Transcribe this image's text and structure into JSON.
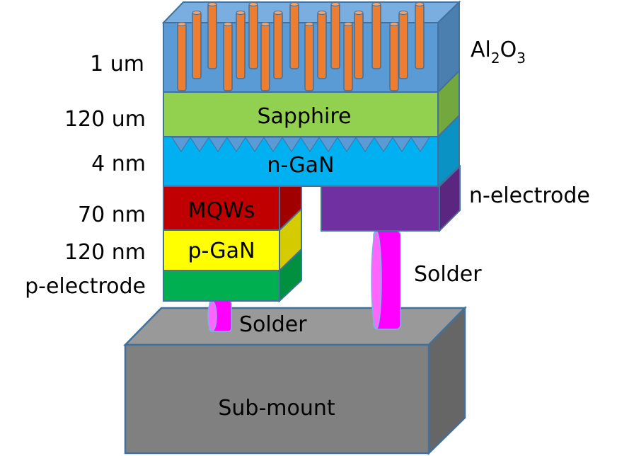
{
  "diagram": {
    "layers": [
      {
        "id": "al2o3",
        "name": "Al2O3 (with nanorods)",
        "thickness": "1 um",
        "color_front": "#5b9bd5",
        "color_top": "#7aaee0",
        "color_side": "#4a7fb0"
      },
      {
        "id": "sapphire",
        "name": "Sapphire",
        "thickness": "120 um",
        "color_front": "#92d050",
        "color_side": "#72a83e"
      },
      {
        "id": "ngan",
        "name": "n-GaN",
        "thickness": "4 nm",
        "color_front": "#00b0f0",
        "color_side": "#0a92c4"
      },
      {
        "id": "mqws",
        "name": "MQWs",
        "thickness": "70 nm",
        "color_front": "#c00000",
        "color_side": "#a00000"
      },
      {
        "id": "pgan",
        "name": "p-GaN",
        "thickness": "120 nm",
        "color_front": "#ffff00",
        "color_side": "#d4cc00"
      },
      {
        "id": "pelectrode",
        "name": "p-electrode",
        "color_front": "#00b050",
        "color_side": "#009040"
      },
      {
        "id": "nelectrode",
        "name": "n-electrode",
        "color_front": "#7030a0",
        "color_side": "#5a2680"
      },
      {
        "id": "submount",
        "name": "Sub-mount",
        "color_front": "#808080",
        "color_top": "#999999",
        "color_side": "#666666"
      }
    ],
    "labels": {
      "thickness_al2o3": "1 um",
      "thickness_sapphire": "120 um",
      "thickness_ngan": "4 nm",
      "thickness_mqws": "70 nm",
      "thickness_pgan": "120 nm",
      "p_electrode": "p-electrode",
      "al2o3_main": "Al",
      "al2o3_sub1": "2",
      "al2o3_o": "O",
      "al2o3_sub2": "3",
      "sapphire": "Sapphire",
      "ngan": "n-GaN",
      "mqws": "MQWs",
      "pgan": "p-GaN",
      "n_electrode": "n-electrode",
      "solder_right": "Solder",
      "solder_left": "Solder",
      "submount": "Sub-mount"
    },
    "colors": {
      "outline": "#41719c",
      "rod": "#ed7d31",
      "rod_top": "#f4a36b",
      "solder": "#ff00ff",
      "solder_edge": "#ff66ff",
      "triangle": "#5b9bd5"
    },
    "rod_count": 18,
    "texture_triangle_count": 14
  }
}
